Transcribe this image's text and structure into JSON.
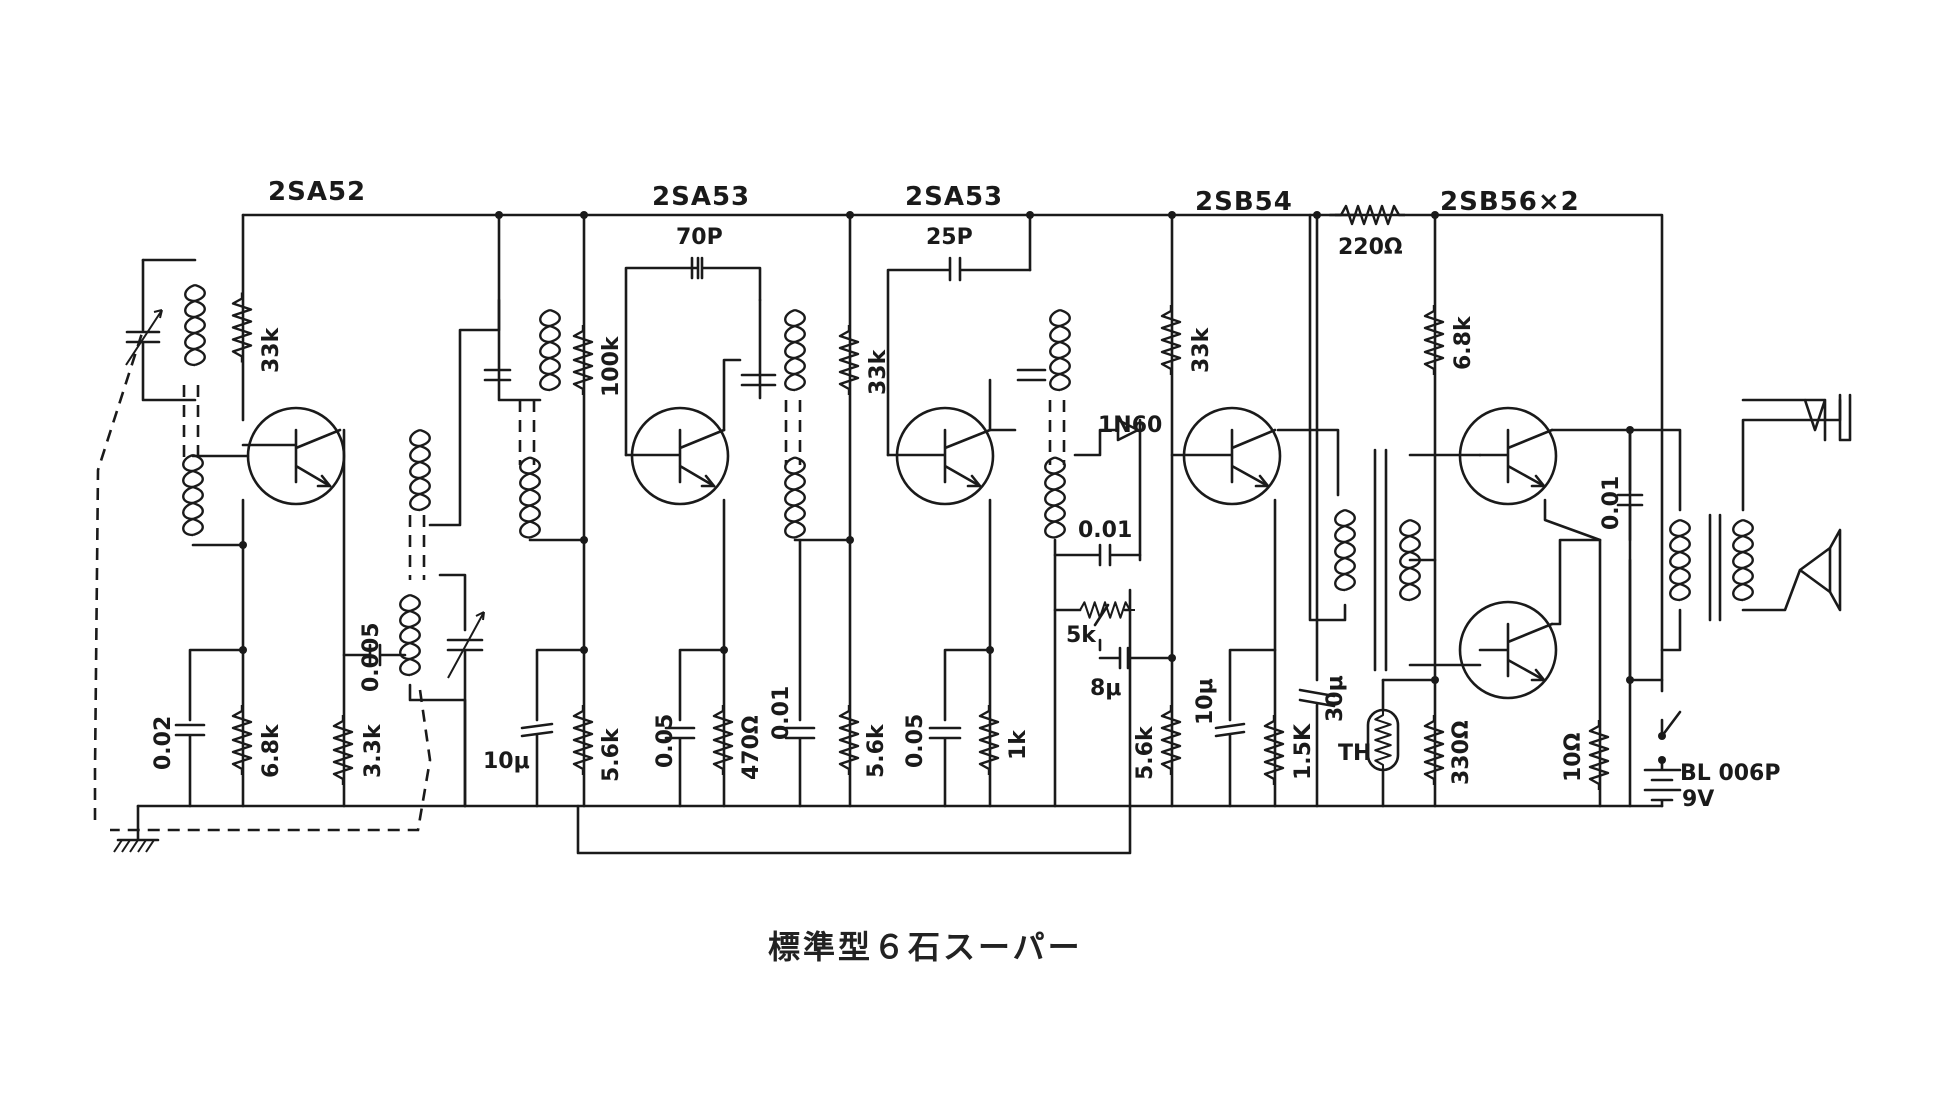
{
  "caption": "標準型６石スーパー",
  "transistors": {
    "t1": "2SA52",
    "t2": "2SA53",
    "t3": "2SA53",
    "t4": "2SB54",
    "t5": "2SB56×2"
  },
  "components": {
    "r_33k_a": "33k",
    "r_100k": "100k",
    "r_33k_b": "33k",
    "r_33k_c": "33k",
    "r_68k_a": "6.8k",
    "r_220": "220Ω",
    "r_68k_b": "6.8k",
    "r_33k_low": "3.3k",
    "r_56k_a": "5.6k",
    "r_470": "470Ω",
    "r_56k_b": "5.6k",
    "r_1k": "1k",
    "r_5k": "5k",
    "r_56k_c": "5.6k",
    "r_15k": "1.5K",
    "r_330": "330Ω",
    "r_10": "10Ω",
    "c_002": "0.02",
    "c_0005": "0.005",
    "c_10u_a": "10μ",
    "c_005_a": "0.05",
    "c_001_a": "0.01",
    "c_005_b": "0.05",
    "c_70p": "70P",
    "c_25p": "25P",
    "c_001_b": "0.01",
    "c_8u": "8μ",
    "c_10u_b": "10μ",
    "c_30u": "30μ",
    "c_001_c": "0.01",
    "diode": "1N60",
    "thermistor": "TH",
    "battery": "BL 006P",
    "battery_v": "9V"
  }
}
